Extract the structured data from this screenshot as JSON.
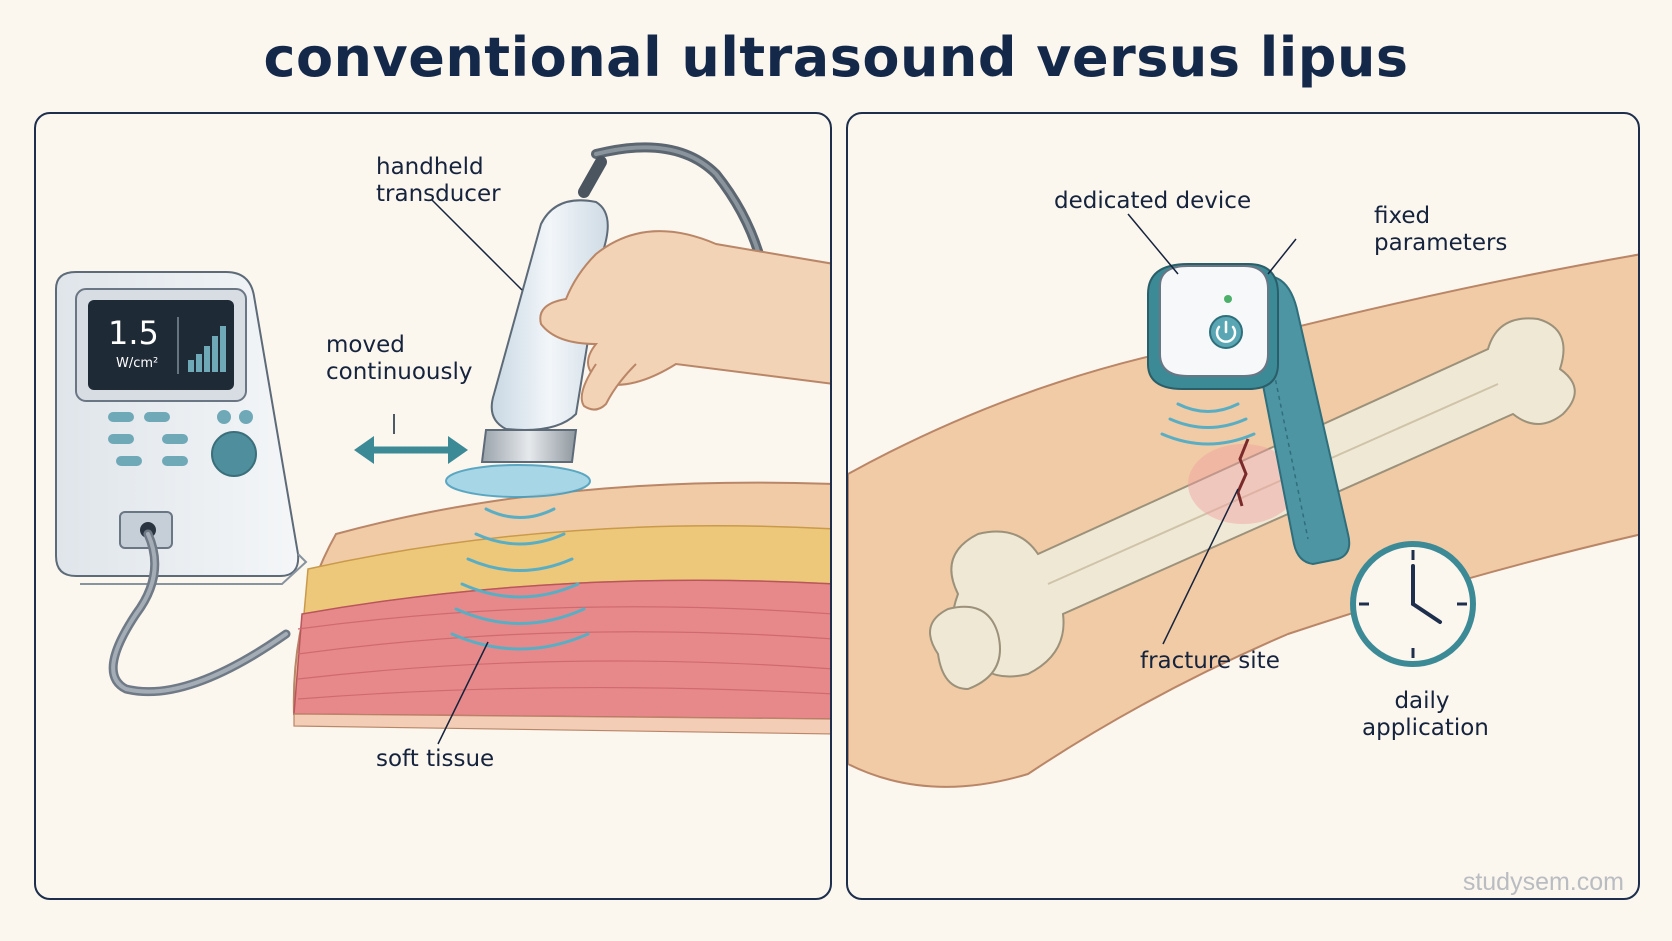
{
  "title": "conventional ultrasound versus lipus",
  "left_panel": {
    "device_screen": {
      "value": "1.5",
      "unit": "W/cm²"
    },
    "labels": {
      "handheld_transducer": "handheld\ntransducer",
      "moved_continuously": "moved\ncontinuously",
      "soft_tissue": "soft tissue"
    }
  },
  "right_panel": {
    "labels": {
      "dedicated_device": "dedicated device",
      "fixed_parameters": "fixed\nparameters",
      "fracture_site": "fracture site",
      "daily_application": "daily\napplication"
    }
  },
  "watermark": "studysem.com",
  "colors": {
    "title": "#14294a",
    "outline": "#1d2f4d",
    "accent_teal": "#3d8a97",
    "wave": "#5aaec4",
    "skin": "#f1cba5",
    "muscle": "#e7898a",
    "fat": "#eec87a",
    "bone": "#efe8d4"
  }
}
